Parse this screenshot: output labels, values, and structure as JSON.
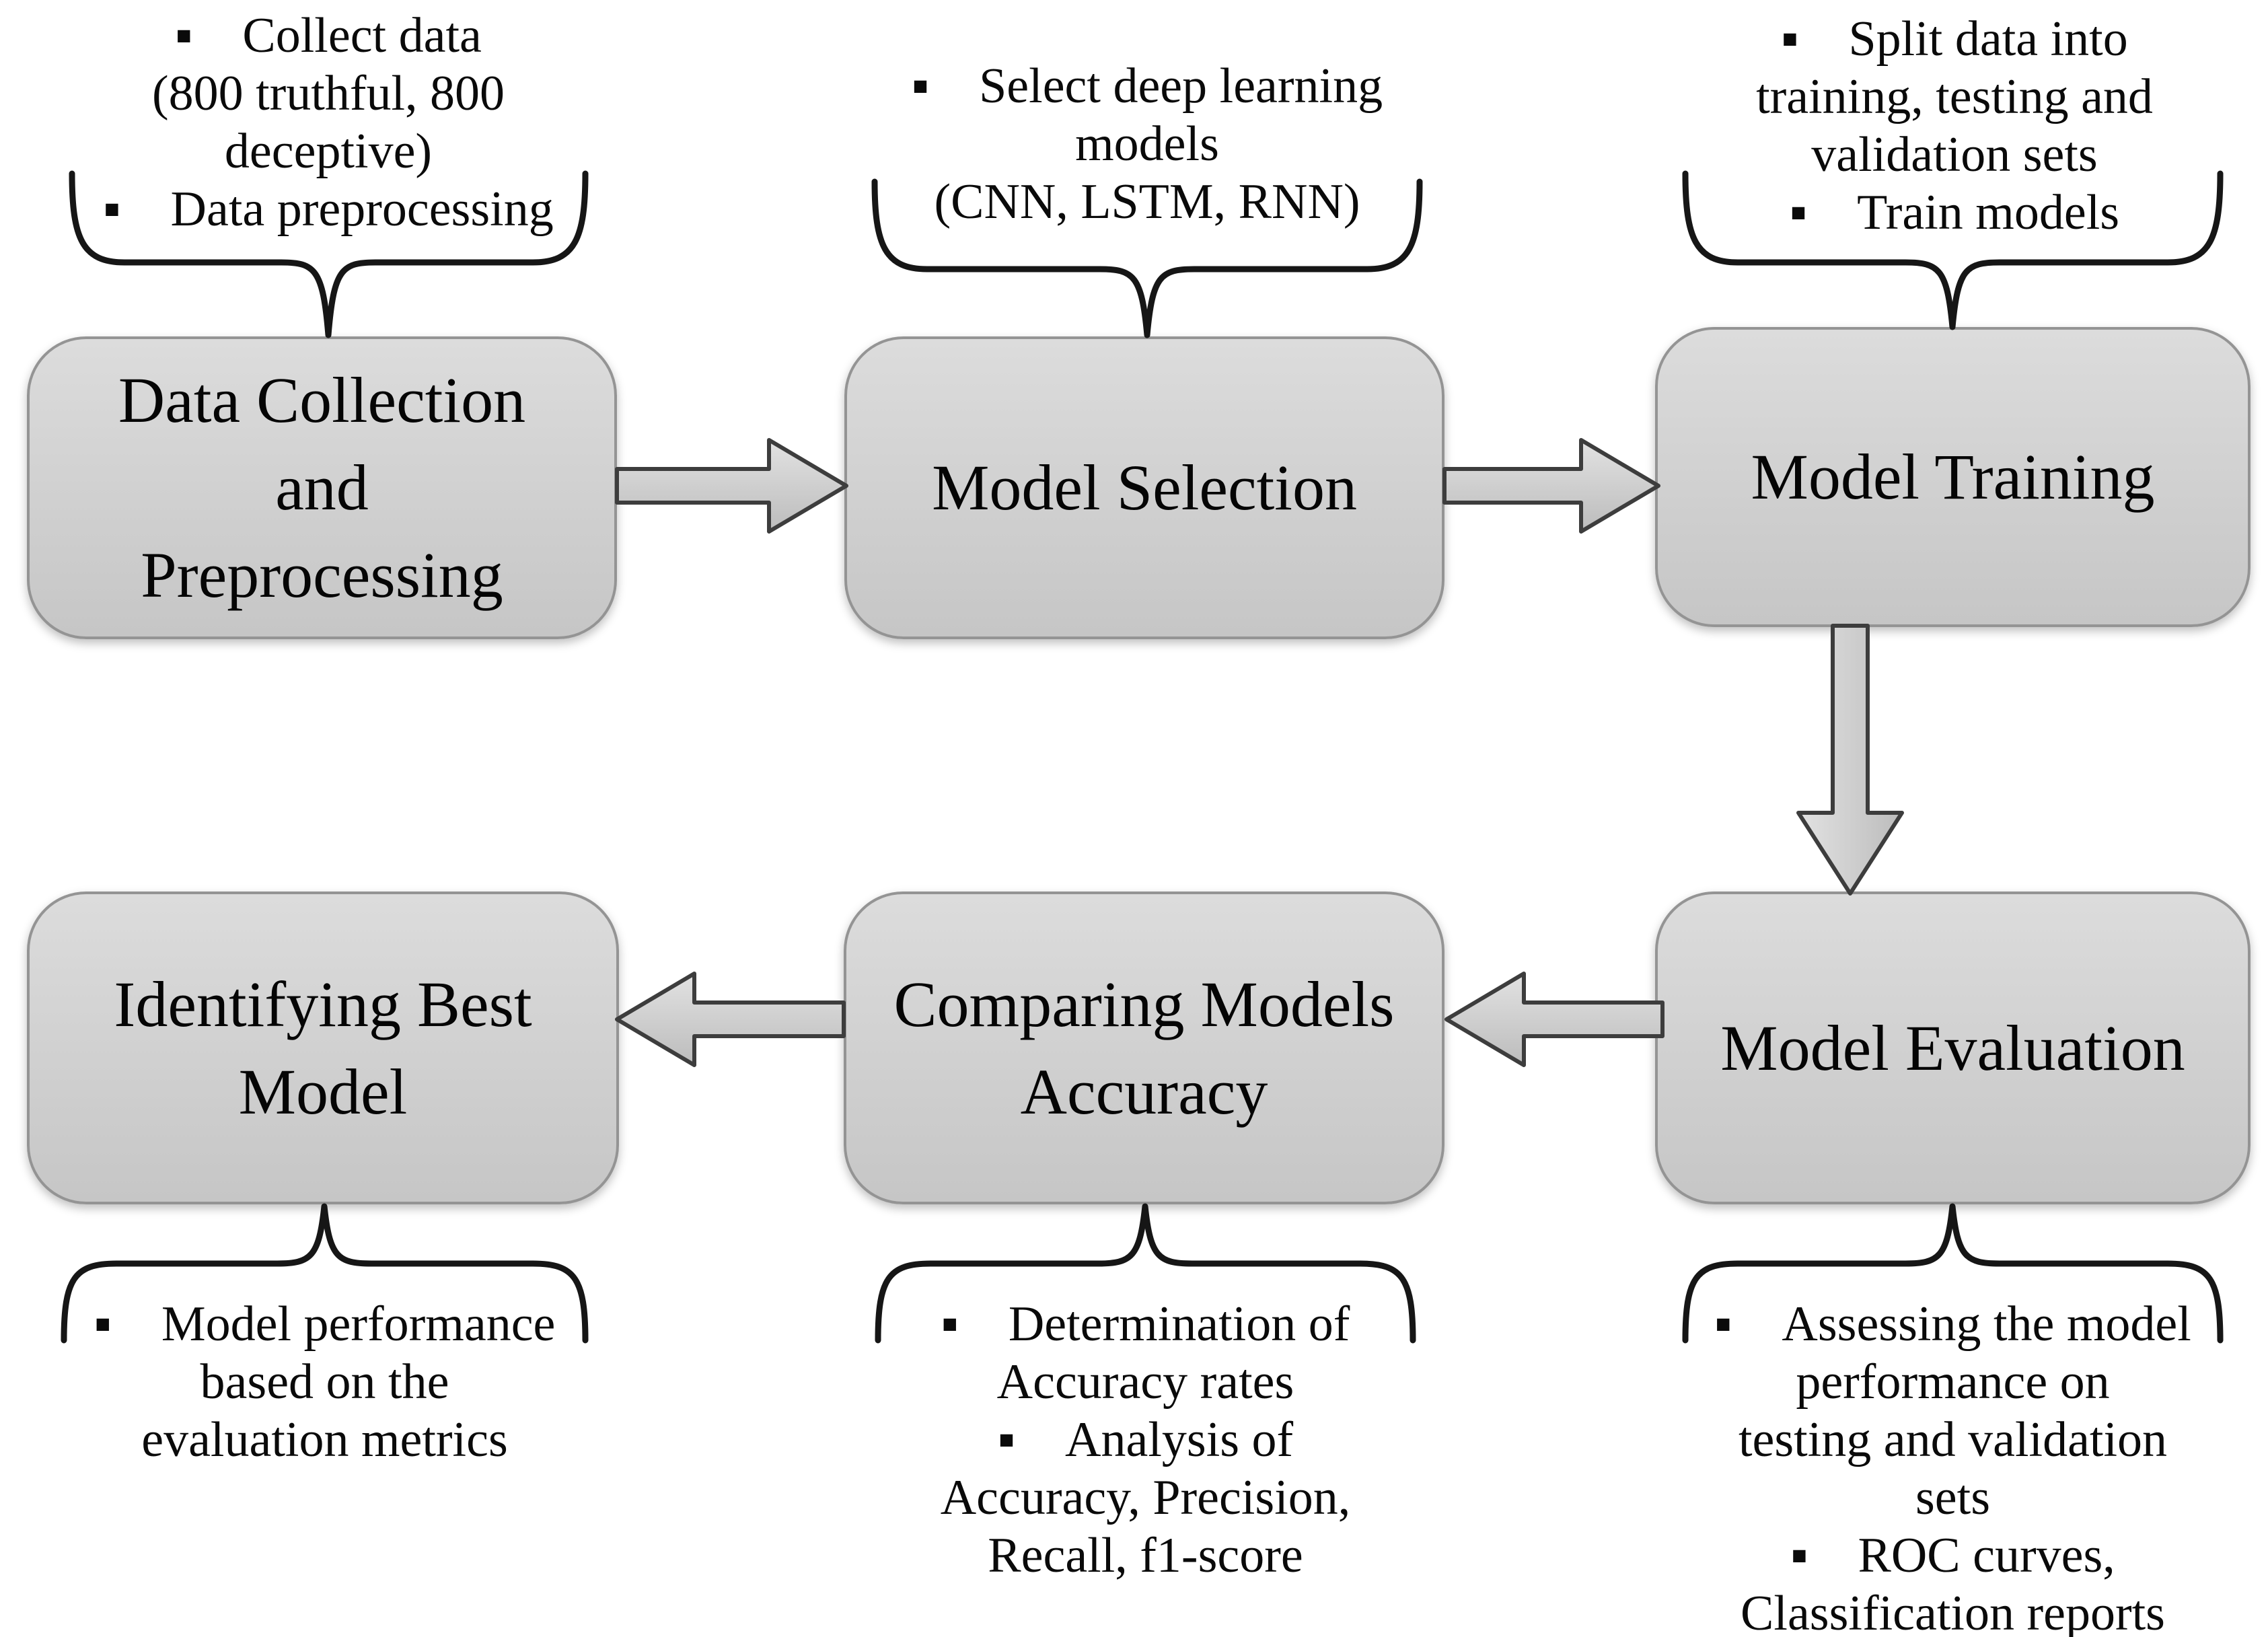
{
  "title": "Deep learning model workflow flowchart",
  "colors": {
    "background": "#ffffff",
    "box_fill_top": "#dcdcdc",
    "box_fill_bottom": "#c6c6c6",
    "box_border": "#949494",
    "arrow_fill_light": "#e0e0e0",
    "arrow_fill_dark": "#bdbdbd",
    "arrow_stroke": "#3d3d3d",
    "brace_color": "#161616",
    "text_color": "#050505"
  },
  "boxes": [
    {
      "id": "data-collection-preprocessing",
      "label_lines": [
        "Data Collection",
        "and",
        "Preprocessing"
      ]
    },
    {
      "id": "model-selection",
      "label_lines": [
        "Model Selection"
      ]
    },
    {
      "id": "model-training",
      "label_lines": [
        "Model Training"
      ]
    },
    {
      "id": "identifying-best-model",
      "label_lines": [
        "Identifying Best",
        "Model"
      ]
    },
    {
      "id": "comparing-models-accuracy",
      "label_lines": [
        "Comparing Models",
        "Accuracy"
      ]
    },
    {
      "id": "model-evaluation",
      "label_lines": [
        "Model Evaluation"
      ]
    }
  ],
  "annotations": [
    {
      "for": "data-collection-preprocessing",
      "lines": [
        "▪ Collect data",
        "(800 truthful, 800",
        "deceptive)",
        "▪ Data preprocessing"
      ]
    },
    {
      "for": "model-selection",
      "lines": [
        "▪ Select deep learning",
        "models",
        "(CNN, LSTM, RNN)"
      ]
    },
    {
      "for": "model-training",
      "lines": [
        "▪ Split data into",
        "training, testing and",
        "validation sets",
        "▪ Train models"
      ]
    },
    {
      "for": "identifying-best-model",
      "lines": [
        "▪ Model performance",
        "based on the",
        "evaluation metrics"
      ]
    },
    {
      "for": "comparing-models-accuracy",
      "lines": [
        "▪ Determination of",
        "Accuracy rates",
        "▪ Analysis of",
        "Accuracy, Precision,",
        "Recall, f1-score"
      ]
    },
    {
      "for": "model-evaluation",
      "lines": [
        "▪ Assessing the model",
        "performance on",
        "testing and validation",
        "sets",
        "▪ ROC curves,",
        "Classification reports"
      ]
    }
  ],
  "arrows": [
    {
      "id": "arrow-1",
      "from": "data-collection-preprocessing",
      "to": "model-selection",
      "direction": "right"
    },
    {
      "id": "arrow-2",
      "from": "model-selection",
      "to": "model-training",
      "direction": "right"
    },
    {
      "id": "arrow-3",
      "from": "model-training",
      "to": "model-evaluation",
      "direction": "down"
    },
    {
      "id": "arrow-4",
      "from": "model-evaluation",
      "to": "comparing-models-accuracy",
      "direction": "left"
    },
    {
      "id": "arrow-5",
      "from": "comparing-models-accuracy",
      "to": "identifying-best-model",
      "direction": "left"
    }
  ]
}
